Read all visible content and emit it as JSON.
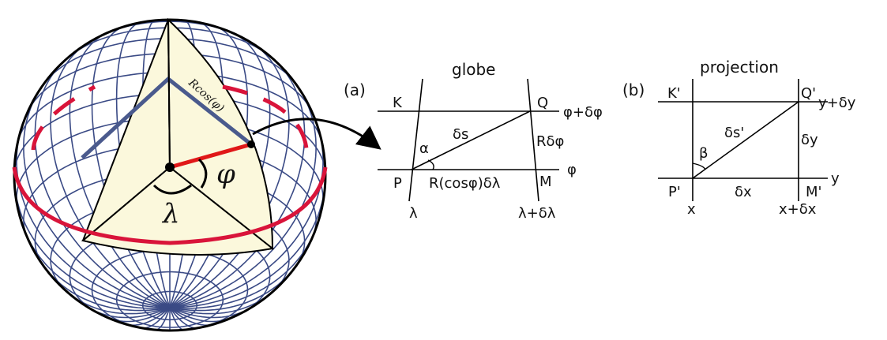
{
  "globe": {
    "colors": {
      "grid": "#3a4a85",
      "sector_fill": "#fbf8dc",
      "parallel": "#d9143a",
      "radius": "#e01818",
      "outline": "#000000"
    },
    "labels": {
      "rcos": "Rcos(φ)",
      "phi": "φ",
      "lambda": "λ"
    }
  },
  "panel_a": {
    "tag": "(a)",
    "title": "globe",
    "K": "K",
    "Q": "Q",
    "P": "P",
    "M": "M",
    "ds": "δs",
    "alpha": "α",
    "rdphi": "Rδφ",
    "bottom_side": "R(cosφ)δλ",
    "phi_top": "φ+δφ",
    "phi": "φ",
    "lambda": "λ",
    "lambda_right": "λ+δλ"
  },
  "panel_b": {
    "tag": "(b)",
    "title": "projection",
    "K": "K'",
    "Q": "Q'",
    "P": "P'",
    "M": "M'",
    "ds": "δs'",
    "beta": "β",
    "dy": "δy",
    "dx": "δx",
    "y_top": "y+δy",
    "y": "y",
    "x": "x",
    "x_right": "x+δx"
  }
}
